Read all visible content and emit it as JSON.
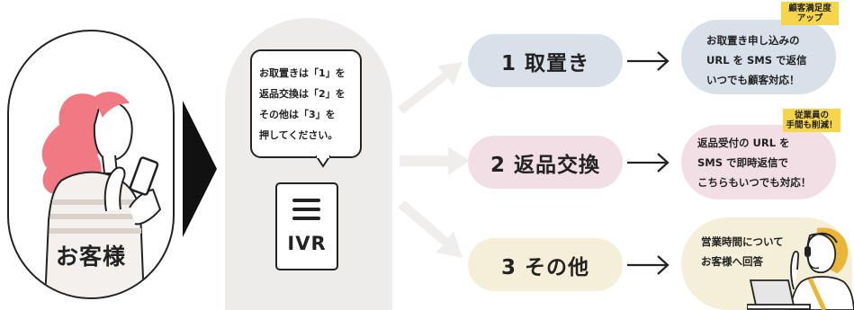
{
  "customer": {
    "label": "お客様"
  },
  "ivr": {
    "bubble_lines": [
      "お取置きは「1」を",
      "返品交換は「2」を",
      "その他は「3」を",
      "押してください。"
    ],
    "label": "IVR"
  },
  "options": [
    {
      "label": "1 取置き",
      "color": "#d8e0ea"
    },
    {
      "label": "2 返品交換",
      "color": "#f2dfe5"
    },
    {
      "label": "3 その他",
      "color": "#f5efd9"
    }
  ],
  "results": [
    {
      "lines": [
        "お取置き申し込みの",
        "URL を SMS で返信",
        "いつでも顧客対応！"
      ],
      "badge": [
        "顧客満足度",
        "アップ"
      ]
    },
    {
      "lines": [
        "返品受付の URL を",
        "SMS で即時返信で",
        "こちらもいつでも対応！"
      ],
      "badge": [
        "従業員の",
        "手間も削減！"
      ]
    },
    {
      "lines": [
        "営業時間について",
        "お客様へ回答"
      ]
    }
  ],
  "colors": {
    "accent_yellow": "#f6d54b",
    "pill_gray": "#eeeceb",
    "arrow_gray": "#f0eeed",
    "ink": "#222222"
  },
  "icons": [
    "customer-woman-phone-illustration",
    "server-icon",
    "operator-headset-illustration"
  ]
}
